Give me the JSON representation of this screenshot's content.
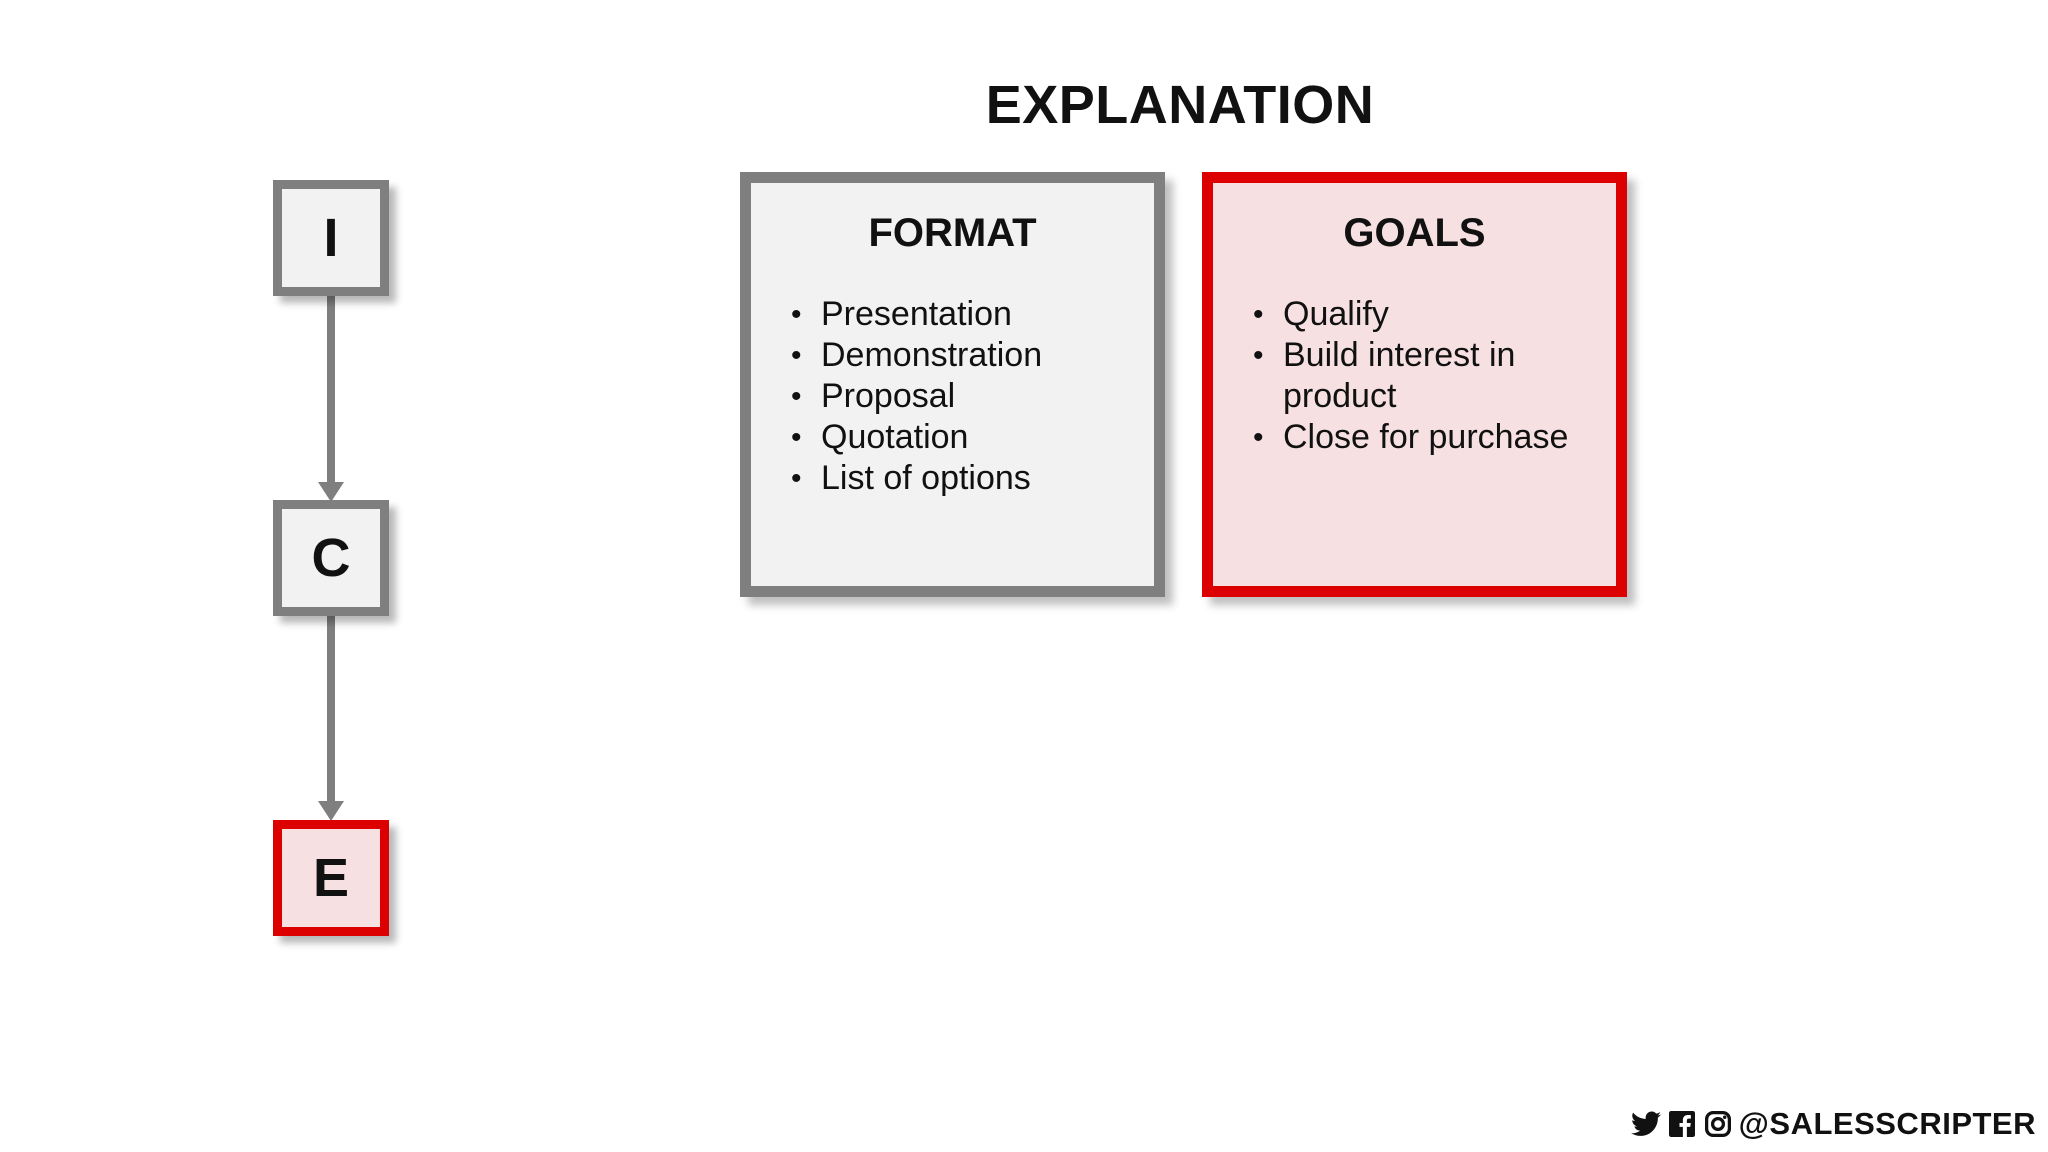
{
  "steps": [
    {
      "letter": "I",
      "active": false
    },
    {
      "letter": "C",
      "active": false
    },
    {
      "letter": "E",
      "active": true
    }
  ],
  "title": "EXPLANATION",
  "panels": {
    "format": {
      "title": "FORMAT",
      "items": [
        "Presentation",
        "Demonstration",
        "Proposal",
        "Quotation",
        "List of options"
      ]
    },
    "goals": {
      "title": "GOALS",
      "items": [
        "Qualify",
        "Build interest in product",
        "Close for purchase"
      ]
    }
  },
  "footer": {
    "icons": [
      "twitter-icon",
      "facebook-icon",
      "instagram-icon"
    ],
    "handle": "@SALESSCRIPTER"
  },
  "colors": {
    "accent_red": "#dc0000",
    "gray_border": "#7f7f7f",
    "panel_gray": "#f2f2f2",
    "panel_pink": "#f6e0e2"
  }
}
